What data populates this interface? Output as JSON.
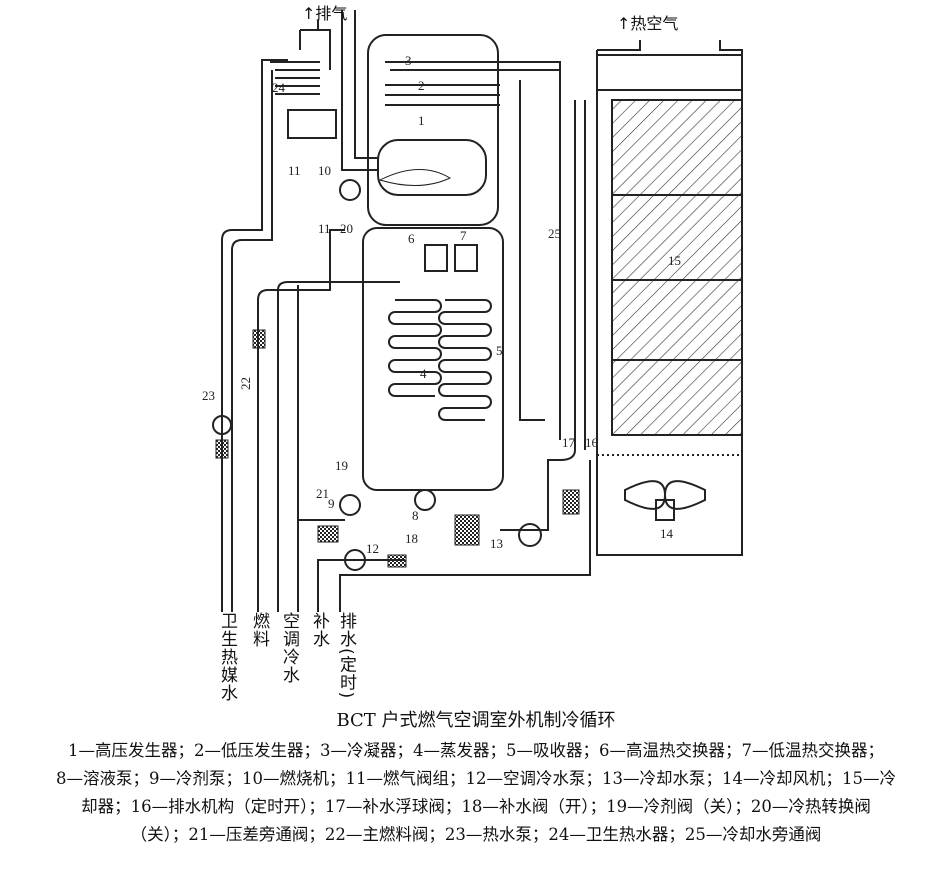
{
  "diagram": {
    "top_labels": {
      "exhaust": "↑排气",
      "hot_air": "↑热空气"
    },
    "bottom_labels": [
      "卫生热媒水",
      "燃料",
      "空调冷水",
      "补水",
      "排水(定时)"
    ],
    "numbers": [
      "1",
      "2",
      "3",
      "4",
      "5",
      "6",
      "7",
      "8",
      "9",
      "10",
      "11",
      "11",
      "12",
      "13",
      "14",
      "15",
      "16",
      "17",
      "18",
      "19",
      "20",
      "21",
      "22",
      "23",
      "24",
      "25"
    ]
  },
  "caption": {
    "title": "BCT 户式燃气空调室外机制冷循环",
    "lines": [
      "1—高压发生器；2—低压发生器；3—冷凝器；4—蒸发器；5—吸收器；6—高温热交换器；7—低温热交换器；",
      "8—溶液泵；9—冷剂泵；10—燃烧机；11—燃气阀组；12—空调冷水泵；13—冷却水泵；14—冷却风机；15—冷",
      "却器；16—排水机构（定时开）；17—补水浮球阀；18—补水阀（开）；19—冷剂阀（关）；20—冷热转换阀",
      "（关）；21—压差旁通阀；22—主燃料阀；23—热水泵；24—卫生热水器；25—冷却水旁通阀"
    ]
  }
}
